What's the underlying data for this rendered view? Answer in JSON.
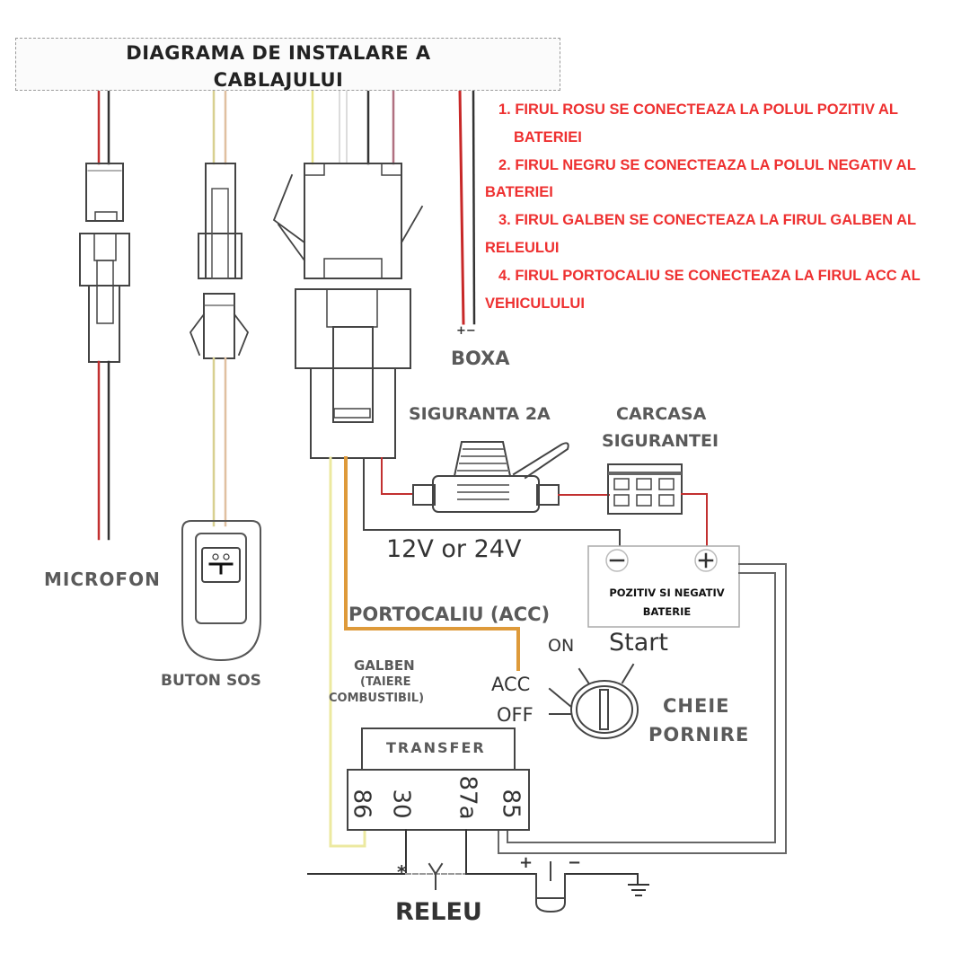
{
  "title": {
    "line1": "DIAGRAMA DE INSTALARE A",
    "line2": "CABLAJULUI"
  },
  "instructions": [
    {
      "line1": "1. FIRUL ROSU SE CONECTEAZA LA POLUL POZITIV AL",
      "line2": "BATERIEI"
    },
    {
      "line1": "2. FIRUL NEGRU SE CONECTEAZA LA POLUL NEGATIV AL",
      "line2": "BATERIEI"
    },
    {
      "line1": "3. FIRUL GALBEN SE CONECTEAZA LA FIRUL GALBEN AL",
      "line2": "RELEULUI"
    },
    {
      "line1": "4. FIRUL PORTOCALIU SE CONECTEAZA LA  FIRUL ACC AL",
      "line2": "VEHICULULUI"
    }
  ],
  "components": {
    "microphone": "MICROFON",
    "sos_button": "BUTON SOS",
    "speaker": "BOXA",
    "speaker_polarity": "+−",
    "fuse": "SIGURANTA 2A",
    "fuse_holder_line1": "CARCASA",
    "fuse_holder_line2": "SIGURANTEI",
    "voltage": "12V or 24V",
    "battery_line1": "POZITIV SI NEGATIV",
    "battery_line2": "BATERIE",
    "battery_neg": "−",
    "battery_pos": "+",
    "orange_wire": "PORTOCALIU (ACC)",
    "yellow_wire_line1": "GALBEN",
    "yellow_wire_line2": "(TAIERE",
    "yellow_wire_line3": "COMBUSTIBIL)",
    "ignition_positions": {
      "on": "ON",
      "start": "Start",
      "acc": "ACC",
      "off": "OFF"
    },
    "ignition_line1": "CHEIE",
    "ignition_line2": "PORNIRE",
    "relay_header": "TRANSFER",
    "relay_pins": [
      "86",
      "30",
      "87a",
      "85"
    ],
    "relay_label": "RELEU",
    "pump_plus": "+",
    "pump_minus": "−"
  },
  "colors": {
    "red_wire": "#d42a2a",
    "black_wire": "#333333",
    "yellow_wire": "#ece9a0",
    "orange_wire": "#de9a3a",
    "instruction_text": "#ee3030",
    "label_text": "#5a5a5a"
  }
}
